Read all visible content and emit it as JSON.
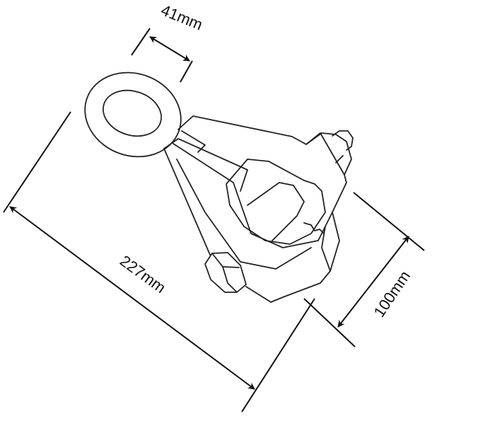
{
  "title": "Clamp dimension drawing",
  "dimensions": {
    "ring_width": "41mm",
    "overall_length": "227mm",
    "body_width": "100mm"
  },
  "colors": {
    "line": "#222222",
    "background": "#ffffff"
  }
}
